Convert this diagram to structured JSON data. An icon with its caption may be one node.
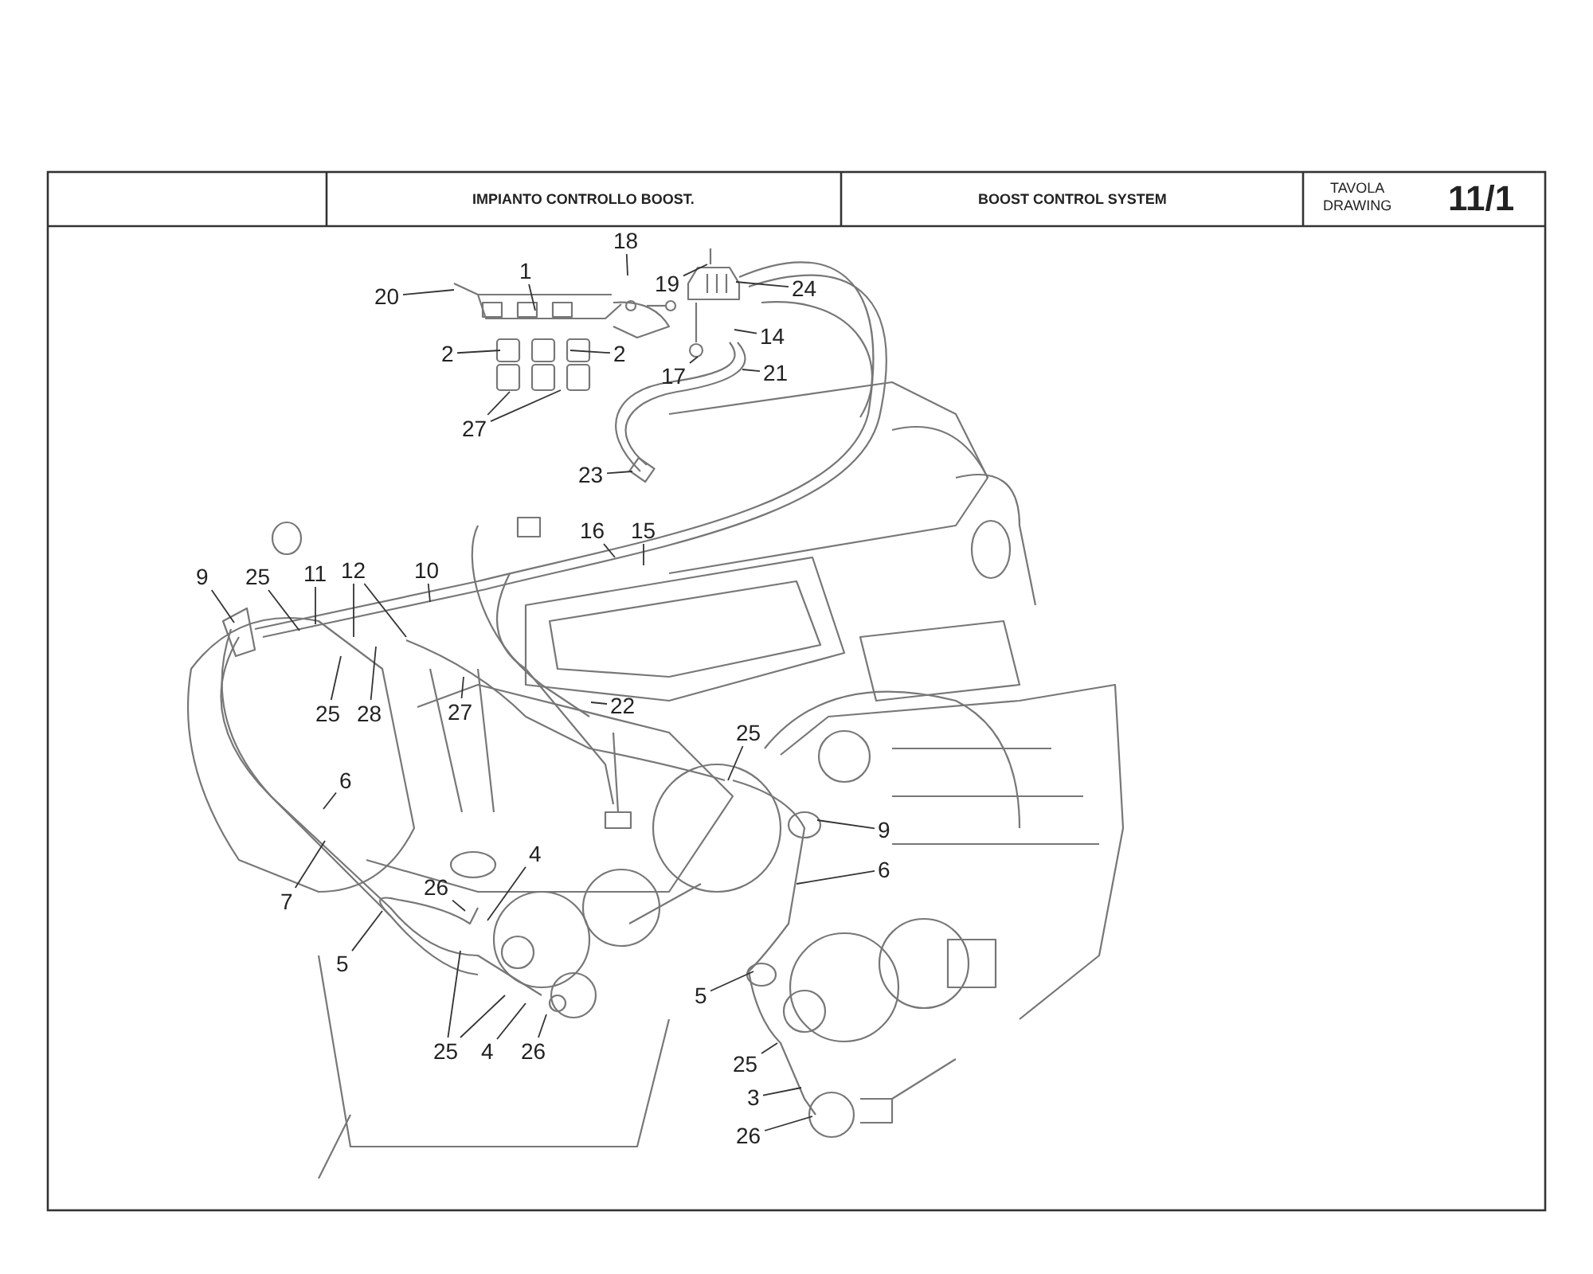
{
  "diagram": {
    "nodes": [
      {
        "text": [
          "20"
        ]
      },
      {
        "text": [
          "1"
        ]
      },
      {
        "text": [
          "18"
        ]
      },
      {
        "text": [
          "19"
        ]
      },
      {
        "text": [
          "24"
        ]
      },
      {
        "text": [
          "2"
        ]
      },
      {
        "text": [
          "2"
        ]
      },
      {
        "text": [
          "14"
        ]
      },
      {
        "text": [
          "17"
        ]
      },
      {
        "text": [
          "21"
        ]
      },
      {
        "text": [
          "27"
        ]
      },
      {
        "text": [
          "23"
        ]
      },
      {
        "text": [
          "16"
        ]
      },
      {
        "text": [
          "15"
        ]
      },
      {
        "text": [
          "9"
        ]
      },
      {
        "text": [
          "25"
        ]
      },
      {
        "text": [
          "11"
        ]
      },
      {
        "text": [
          "12"
        ]
      },
      {
        "text": [
          "10"
        ]
      },
      {
        "text": [
          "25"
        ]
      },
      {
        "text": [
          "28"
        ]
      },
      {
        "text": [
          "27"
        ]
      },
      {
        "text": [
          "22"
        ]
      },
      {
        "text": [
          "25"
        ]
      },
      {
        "text": [
          "6"
        ]
      },
      {
        "text": [
          "7"
        ]
      },
      {
        "text": [
          "26"
        ]
      },
      {
        "text": [
          "4"
        ]
      },
      {
        "text": [
          "5"
        ]
      },
      {
        "text": [
          "25"
        ]
      },
      {
        "text": [
          "4"
        ]
      },
      {
        "text": [
          "26"
        ]
      },
      {
        "text": [
          "9"
        ]
      },
      {
        "text": [
          "6"
        ]
      },
      {
        "text": [
          "5"
        ]
      },
      {
        "text": [
          "25"
        ]
      },
      {
        "text": [
          "3"
        ]
      },
      {
        "text": [
          "26"
        ]
      }
    ],
    "edges": [
      {
        "from": 0,
        "to": null,
        "arrow": "none"
      },
      {
        "from": 1,
        "to": null,
        "arrow": "none"
      },
      {
        "from": 2,
        "to": null,
        "arrow": "none"
      },
      {
        "from": 3,
        "to": null,
        "arrow": "none"
      },
      {
        "from": 4,
        "to": null,
        "arrow": "none"
      },
      {
        "from": 5,
        "to": null,
        "arrow": "none"
      },
      {
        "from": 6,
        "to": null,
        "arrow": "none"
      },
      {
        "from": 7,
        "to": null,
        "arrow": "none"
      },
      {
        "from": 8,
        "to": null,
        "arrow": "none"
      },
      {
        "from": 9,
        "to": null,
        "arrow": "none"
      },
      {
        "from": 10,
        "to": null,
        "arrow": "none"
      },
      {
        "from": 10,
        "to": null,
        "arrow": "none"
      },
      {
        "from": 11,
        "to": null,
        "arrow": "none"
      },
      {
        "from": 12,
        "to": null,
        "arrow": "none"
      },
      {
        "from": 13,
        "to": null,
        "arrow": "none"
      },
      {
        "from": 14,
        "to": null,
        "arrow": "none"
      },
      {
        "from": 15,
        "to": null,
        "arrow": "none"
      },
      {
        "from": 16,
        "to": null,
        "arrow": "none"
      },
      {
        "from": 17,
        "to": null,
        "arrow": "none"
      },
      {
        "from": 17,
        "to": null,
        "arrow": "none"
      },
      {
        "from": 18,
        "to": null,
        "arrow": "none"
      },
      {
        "from": 19,
        "to": null,
        "arrow": "none"
      },
      {
        "from": 20,
        "to": null,
        "arrow": "none"
      },
      {
        "from": 21,
        "to": null,
        "arrow": "none"
      },
      {
        "from": 22,
        "to": null,
        "arrow": "none"
      },
      {
        "from": 23,
        "to": null,
        "arrow": "none"
      },
      {
        "from": 24,
        "to": null,
        "arrow": "none"
      },
      {
        "from": 25,
        "to": null,
        "arrow": "none"
      },
      {
        "from": 26,
        "to": null,
        "arrow": "none"
      },
      {
        "from": 27,
        "to": null,
        "arrow": "none"
      },
      {
        "from": 28,
        "to": null,
        "arrow": "none"
      },
      {
        "from": 29,
        "to": null,
        "arrow": "none"
      },
      {
        "from": 29,
        "to": null,
        "arrow": "none"
      },
      {
        "from": 30,
        "to": null,
        "arrow": "none"
      },
      {
        "from": 31,
        "to": null,
        "arrow": "none"
      },
      {
        "from": 32,
        "to": null,
        "arrow": "none"
      },
      {
        "from": 33,
        "to": null,
        "arrow": "none"
      },
      {
        "from": 34,
        "to": null,
        "arrow": "none"
      },
      {
        "from": 35,
        "to": null,
        "arrow": "none"
      },
      {
        "from": 36,
        "to": null,
        "arrow": "none"
      },
      {
        "from": 37,
        "to": null,
        "arrow": "none"
      }
    ],
    "labels": [
      "IMPIANTO CONTROLLO BOOST.",
      "BOOST CONTROL SYSTEM",
      "TAVOLA",
      "DRAWING",
      "11/1"
    ]
  }
}
